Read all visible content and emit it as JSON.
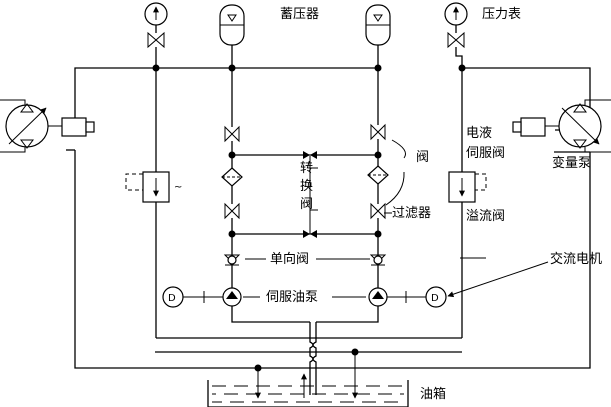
{
  "labels": {
    "accumulator": "蓄压器",
    "pressure_gauge": "压力表",
    "valve": "阀",
    "electro_hydraulic_servo_valve_line1": "电液",
    "electro_hydraulic_servo_valve_line2": "伺服阀",
    "variable_pump": "变量泵",
    "switch_valve_char1": "转",
    "switch_valve_char2": "换",
    "switch_valve_char3": "阀",
    "filter": "过滤器",
    "relief_valve": "溢流阀",
    "check_valve": "单向阀",
    "ac_motor": "交流电机",
    "servo_pump": "伺服油泵",
    "oil_tank": "油箱",
    "motor_symbol": "D",
    "left_tilde": "~"
  }
}
